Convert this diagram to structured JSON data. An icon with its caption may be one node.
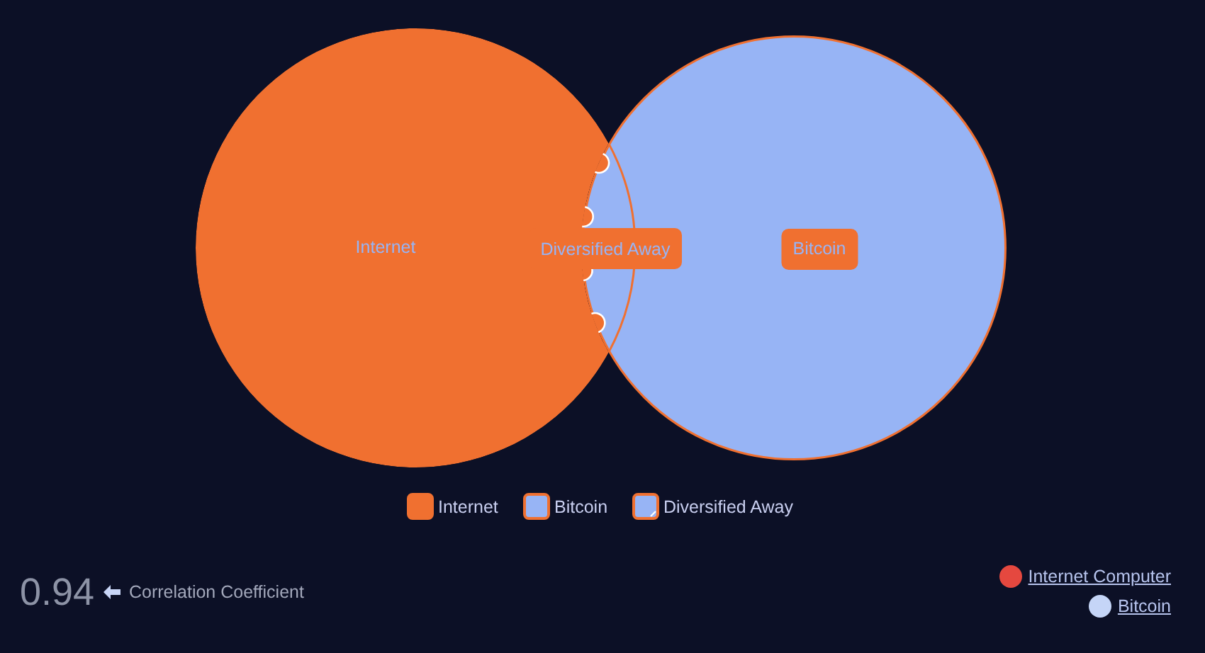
{
  "diagram": {
    "nodes": [
      {
        "text": [
          "Internet"
        ]
      },
      {
        "text": [
          "Bitcoin"
        ]
      },
      {
        "text": [
          "Diversified Away"
        ]
      }
    ],
    "labels": [
      "0.94",
      "Correlation Coefficient"
    ],
    "legend": [
      {
        "text": "Internet",
        "color": "#f07030"
      },
      {
        "text": "Bitcoin",
        "color": "#97b4f5"
      },
      {
        "text": "Diversified Away",
        "color": "#97b4f5"
      },
      {
        "text": "Internet Computer",
        "color": "#e5483f"
      },
      {
        "text": "Bitcoin",
        "color": "#c5d5f7"
      }
    ]
  }
}
